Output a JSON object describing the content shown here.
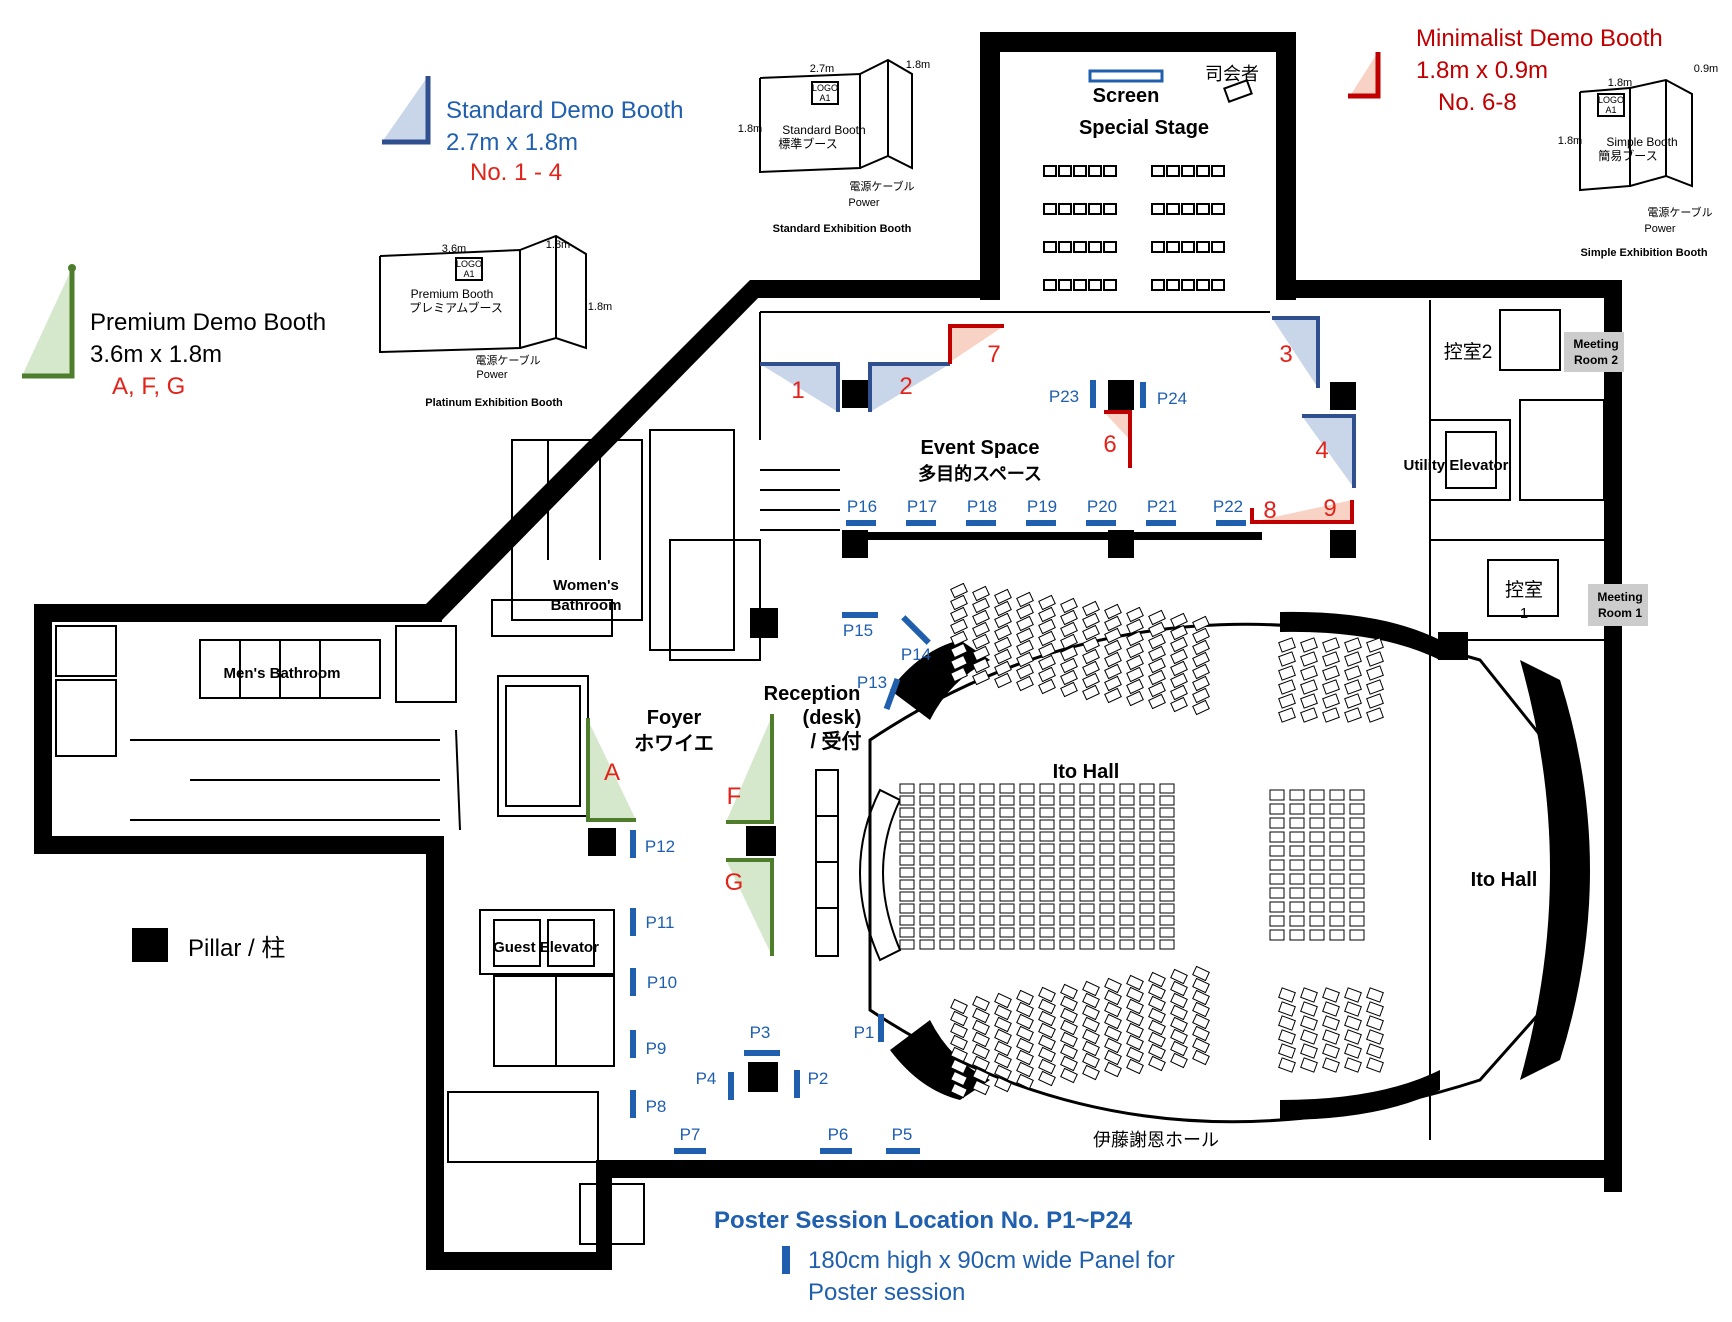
{
  "legend": {
    "standard": {
      "title": "Standard Demo Booth",
      "size": "2.7m x 1.8m",
      "numbers": "No. 1 - 4"
    },
    "premium": {
      "title": "Premium Demo Booth",
      "size": "3.6m x 1.8m",
      "numbers": "A, F, G"
    },
    "minimalist": {
      "title": "Minimalist Demo Booth",
      "size": "1.8m x 0.9m",
      "numbers": "No. 6-8"
    },
    "pillar": "Pillar / 柱",
    "poster_title": "Poster Session Location No. P1~P24",
    "poster_desc_1": "180cm high x 90cm wide Panel for",
    "poster_desc_2": "Poster session"
  },
  "sketches": {
    "standard": {
      "w": "2.7m",
      "d": "1.8m",
      "h": "1.8m",
      "logo": "LOGO",
      "logo2": "A1",
      "name": "Standard Booth",
      "name_jp": "標準ブース",
      "cable": "電源ケーブル",
      "power": "Power",
      "caption": "Standard Exhibition Booth"
    },
    "premium": {
      "w": "3.6m",
      "d": "1.8m",
      "h": "1.8m",
      "logo": "LOGO",
      "logo2": "A1",
      "name": "Premium Booth",
      "name_jp": "プレミアムブース",
      "cable": "電源ケーブル",
      "power": "Power",
      "caption": "Platinum Exhibition Booth"
    },
    "simple": {
      "w": "1.8m",
      "d": "0.9m",
      "h": "1.8m",
      "logo": "LOGO",
      "logo2": "A1",
      "name": "Simple Booth",
      "name_jp": "簡易ブース",
      "cable": "電源ケーブル",
      "power": "Power",
      "caption": "Simple Exhibition Booth"
    }
  },
  "rooms": {
    "screen": "Screen",
    "mc": "司会者",
    "special_stage": "Special Stage",
    "event_space": "Event Space",
    "event_space_jp": "多目的スペース",
    "womens": "Women's",
    "womens2": "Bathroom",
    "mens": "Men's Bathroom",
    "foyer": "Foyer",
    "foyer_jp": "ホワイエ",
    "reception_1": "Reception",
    "reception_2": "(desk)",
    "reception_3": "/ 受付",
    "ito_hall_1": "Ito Hall",
    "ito_hall_2": "Ito Hall",
    "ito_hall_jp": "伊藤謝恩ホール",
    "guest_elevator": "Guest Elevator",
    "utility_elevator": "Utility Elevator",
    "ctrl2": "控室2",
    "meeting2_1": "Meeting",
    "meeting2_2": "Room 2",
    "ctrl1": "控室",
    "ctrl1_n": "1",
    "meeting1_1": "Meeting",
    "meeting1_2": "Room 1"
  },
  "booths": {
    "b1": "1",
    "b2": "2",
    "b3": "3",
    "b4": "4",
    "b6": "6",
    "b7": "7",
    "b8": "8",
    "b9": "9",
    "bA": "A",
    "bF": "F",
    "bG": "G"
  },
  "posters": {
    "P1": "P1",
    "P2": "P2",
    "P3": "P3",
    "P4": "P4",
    "P5": "P5",
    "P6": "P6",
    "P7": "P7",
    "P8": "P8",
    "P9": "P9",
    "P10": "P10",
    "P11": "P11",
    "P12": "P12",
    "P13": "P13",
    "P14": "P14",
    "P15": "P15",
    "P16": "P16",
    "P17": "P17",
    "P18": "P18",
    "P19": "P19",
    "P20": "P20",
    "P21": "P21",
    "P22": "P22",
    "P23": "P23",
    "P24": "P24"
  },
  "colors": {
    "standard": "#2f4f8f",
    "standard_fill": "#c9d6ea",
    "premium": "#4e7d2c",
    "premium_fill": "#d5e8cc",
    "minimal": "#c00000",
    "minimal_fill": "#f8d2c4",
    "poster": "#1f5fae",
    "label_red": "#e2231a"
  }
}
